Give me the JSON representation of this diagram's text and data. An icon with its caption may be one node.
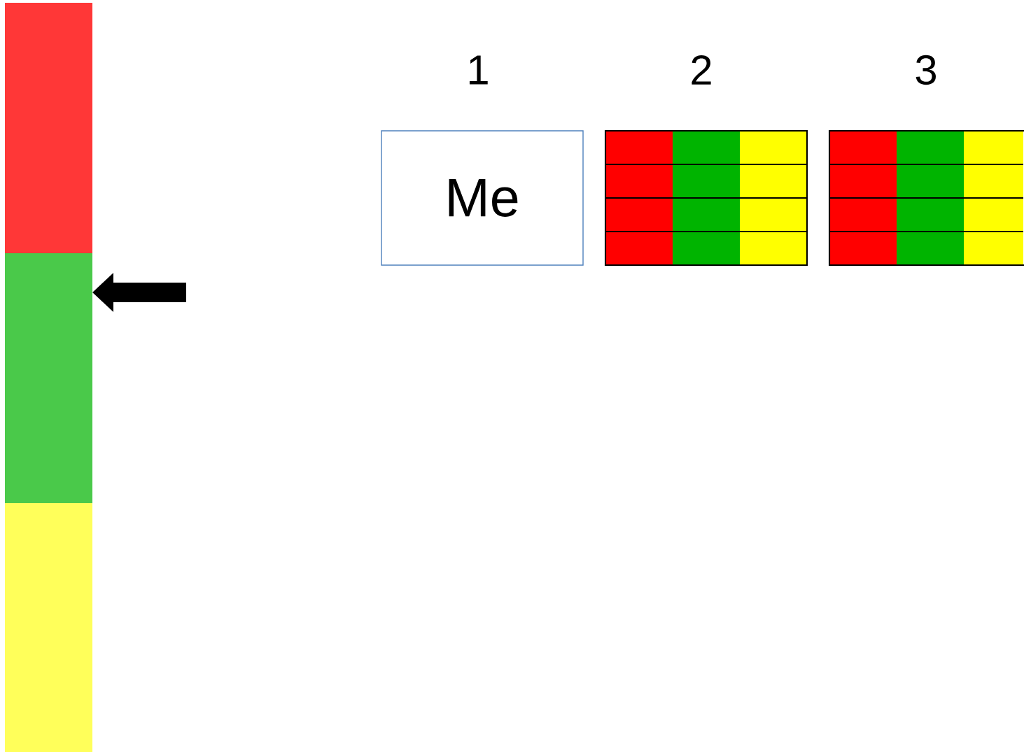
{
  "diagram": {
    "nodes": [
      {
        "text": [],
        "shape": "bar"
      },
      {
        "text": [],
        "shape": "bar"
      },
      {
        "text": [],
        "shape": "bar"
      },
      {
        "text": [
          "Me"
        ]
      },
      {
        "text": [],
        "shape": "grid"
      },
      {
        "text": [],
        "shape": "grid"
      }
    ],
    "edges": [
      {
        "from": null,
        "to": 1,
        "arrow": "to"
      }
    ],
    "labels": [
      "1",
      "2",
      "3"
    ]
  }
}
